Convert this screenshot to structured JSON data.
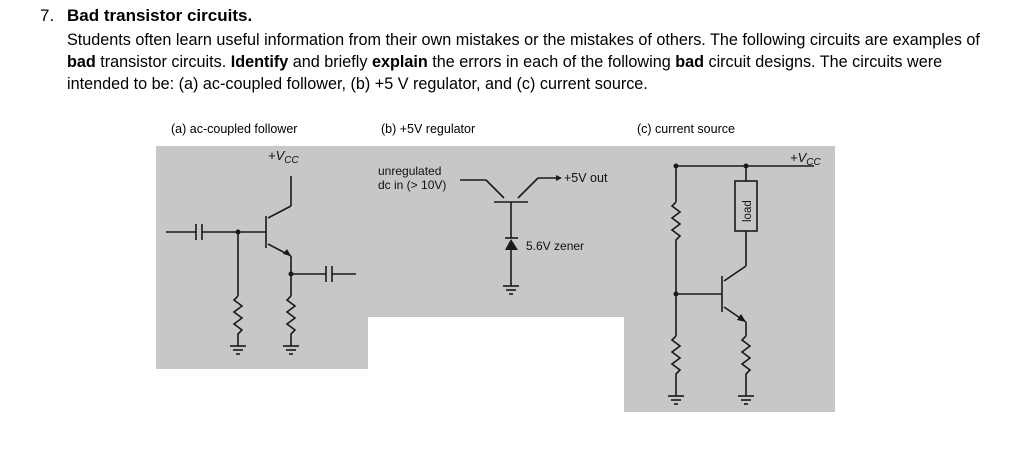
{
  "question": {
    "number": "7.",
    "title": "Bad transistor circuits.",
    "body_1": "Students often learn useful information from their own mistakes or the mistakes of others. The following circuits are examples of ",
    "bad_1": "bad",
    "body_2": " transistor circuits. ",
    "identify": "Identify",
    "body_3": " and briefly ",
    "explain": "explain",
    "body_4": " the errors in each of the following ",
    "bad_2": "bad",
    "body_5": " circuit designs. The circuits were intended to be: (a) ac-coupled follower, (b) +5 V regulator, and (c) current source."
  },
  "figures": {
    "a": {
      "caption": "(a) ac-coupled follower",
      "supply_label": "+V",
      "supply_sub": "CC"
    },
    "b": {
      "caption": "(b) +5V regulator",
      "input_label_1": "unregulated",
      "input_label_2": "dc in (> 10V)",
      "output_label": "+5V out",
      "zener_label": "5.6V zener"
    },
    "c": {
      "caption": "(c) current source",
      "supply_label": "+V",
      "supply_sub": "CC",
      "load_label": "load"
    }
  }
}
